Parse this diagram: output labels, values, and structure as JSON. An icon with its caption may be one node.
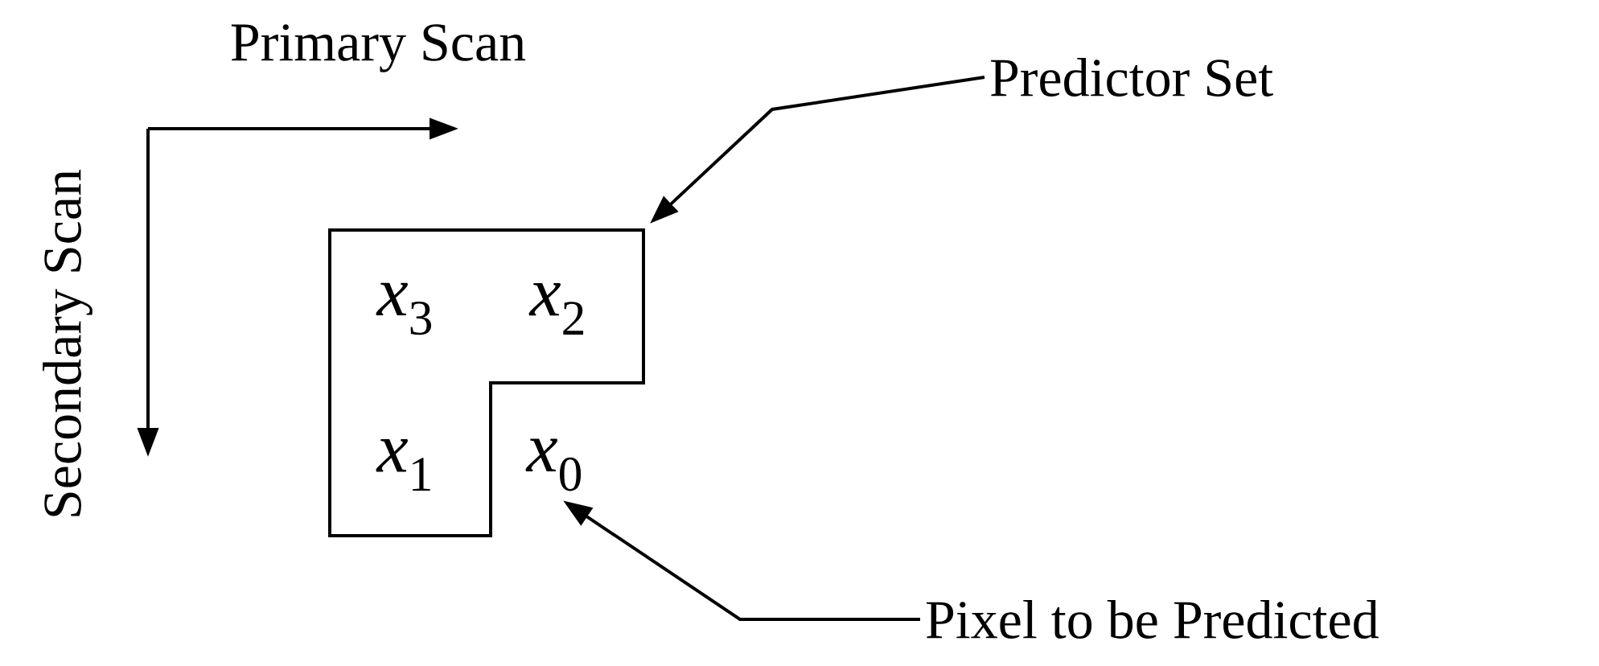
{
  "diagram": {
    "nodes": [
      {
        "text": [
          "Predictor Set"
        ]
      },
      {
        "text": [
          "*x*$_{3}$",
          "*x*$_{2}$",
          "*x*$_{1}$"
        ]
      },
      {
        "text": [
          "*x*$_{0}$"
        ]
      },
      {
        "text": [
          "Pixel to be Predicted"
        ]
      }
    ],
    "edges": [
      {
        "from": 0,
        "to": 1,
        "arrow": "to"
      },
      {
        "from": 3,
        "to": 2,
        "arrow": "to"
      }
    ],
    "labels": [
      "Primary Scan",
      "Secondary Scan"
    ]
  }
}
